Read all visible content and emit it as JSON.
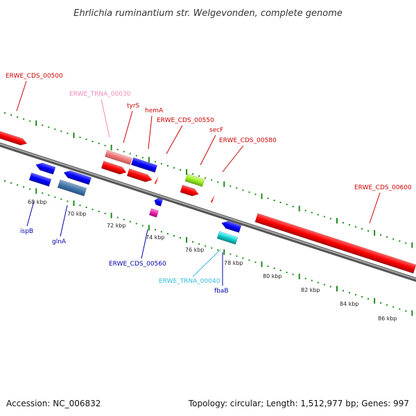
{
  "title": "Ehrlichia ruminantium str. Welgevonden, complete genome",
  "footer": {
    "accession": "Accession: NC_006832",
    "summary": "Topology: circular; Length: 1,512,977 bp; Genes: 997"
  },
  "colors": {
    "cds_forward": "#ff0000",
    "cds_reverse": "#0000ff",
    "trna": "#ff9999",
    "backbone": "#888888",
    "ticks": "#1a8a1a",
    "label_forward": "#cc0000",
    "label_reverse": "#0000aa",
    "label_trna_forward": "#ee88bb",
    "label_trna_reverse": "#33bbdd"
  },
  "scale": {
    "unit": "kbp",
    "ticks": [
      {
        "kbp": 68,
        "label": "68 kbp"
      },
      {
        "kbp": 70,
        "label": "70 kbp"
      },
      {
        "kbp": 72,
        "label": "72 kbp"
      },
      {
        "kbp": 74,
        "label": "74 kbp"
      },
      {
        "kbp": 76,
        "label": "76 kbp"
      },
      {
        "kbp": 78,
        "label": "78 kbp"
      },
      {
        "kbp": 80,
        "label": "80 kbp"
      },
      {
        "kbp": 82,
        "label": "82 kbp"
      },
      {
        "kbp": 84,
        "label": "84 kbp"
      },
      {
        "kbp": 86,
        "label": "86 kbp"
      }
    ]
  },
  "labels": [
    {
      "text": "ERWE_CDS_00500",
      "strand": "forward"
    },
    {
      "text": "ERWE_TRNA_00030",
      "strand": "forward",
      "kind": "trna"
    },
    {
      "text": "tyrS",
      "strand": "forward"
    },
    {
      "text": "hemA",
      "strand": "forward"
    },
    {
      "text": "ERWE_CDS_00550",
      "strand": "forward"
    },
    {
      "text": "secF",
      "strand": "forward"
    },
    {
      "text": "ERWE_CDS_00580",
      "strand": "forward"
    },
    {
      "text": "ERWE_CDS_00600",
      "strand": "forward"
    },
    {
      "text": "ispB",
      "strand": "reverse"
    },
    {
      "text": "glnA",
      "strand": "reverse"
    },
    {
      "text": "ERWE_CDS_00560",
      "strand": "reverse"
    },
    {
      "text": "ERWE_TRNA_00040",
      "strand": "reverse",
      "kind": "trna"
    },
    {
      "text": "fbaB",
      "strand": "reverse"
    }
  ]
}
